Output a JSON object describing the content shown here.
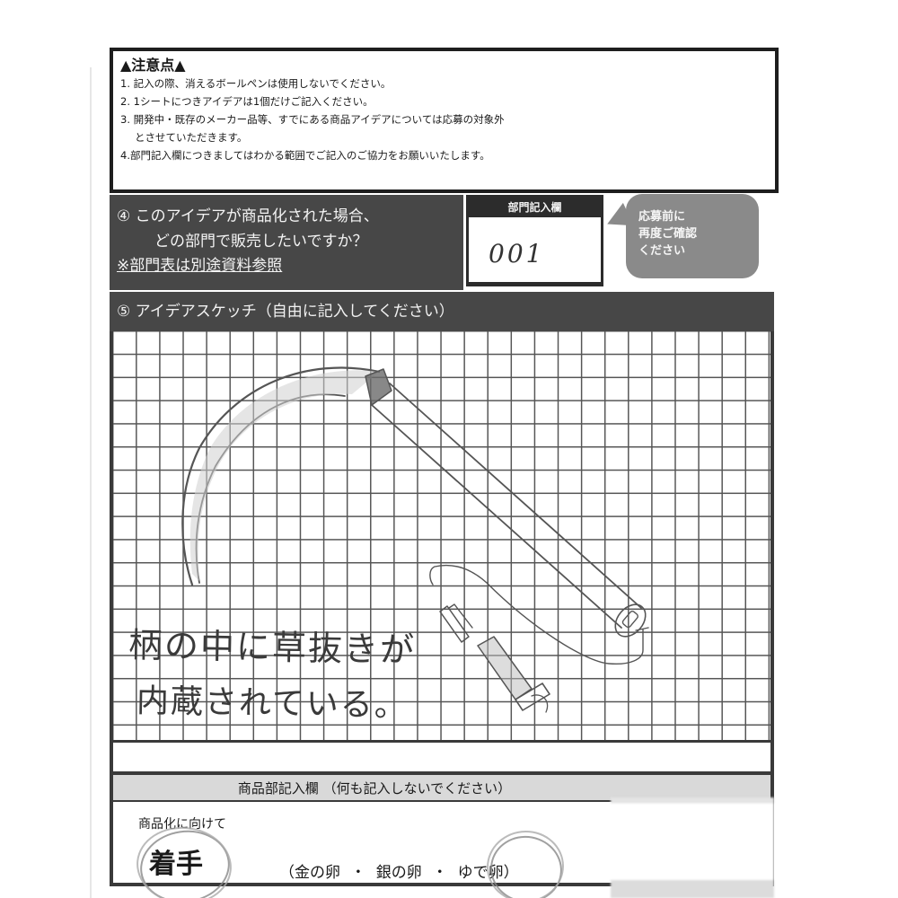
{
  "notice": {
    "title": "▲注意点▲",
    "items": [
      "1. 記入の際、消えるボールペンは使用しないでください。",
      "2. 1シートにつきアイデアは1個だけご記入ください。",
      "3. 開発中・既存のメーカー品等、すでにある商品アイデアについては応募の対象外",
      "とさせていただきます。",
      "4.部門記入欄につきましてはわかる範囲でご記入のご協力をお願いいたします。"
    ]
  },
  "section4": {
    "question_line1": "④ このアイデアが商品化された場合、",
    "question_line2": "どの部門で販売したいですか？",
    "note": "※部門表は別途資料参照",
    "dept_box": {
      "header": "部門記入欄",
      "value": "001"
    },
    "reminder_bubble": {
      "line1": "応募前に",
      "line2": "再度ご確認",
      "line3": "ください"
    }
  },
  "section5": {
    "header": "⑤ アイデアスケッチ（自由に記入してください）",
    "sketch": {
      "subject": "sickle-with-weeder-in-handle",
      "handwritten_line1": "柄の中に草抜きが",
      "handwritten_line2": "内蔵されている。"
    }
  },
  "product_dept": {
    "header": "商品部記入欄 （何も記入しないでください）",
    "subheading": "商品化に向けて",
    "status": "着手",
    "options": [
      "金の卵",
      "銀の卵",
      "ゆで卵"
    ],
    "options_text": "（金の卵 ・ 銀の卵 ・ ゆで卵）",
    "circled": [
      "着手",
      "ゆで卵"
    ]
  },
  "colors": {
    "dark_header": "#474747",
    "bubble": "#8a8a8a",
    "light_header": "#d9d9d9",
    "border": "#1e1e1e"
  }
}
